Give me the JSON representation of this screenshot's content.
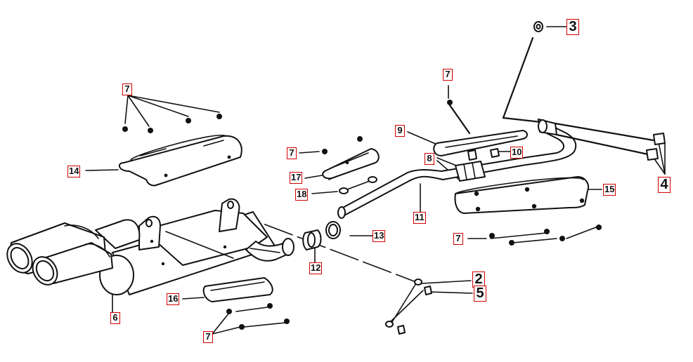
{
  "callouts": {
    "c2": "2",
    "c3": "3",
    "c4": "4",
    "c5": "5",
    "c6": "6",
    "c7a": "7",
    "c7b": "7",
    "c7c": "7",
    "c7d": "7",
    "c7e": "7",
    "c8": "8",
    "c9": "9",
    "c10": "10",
    "c11": "11",
    "c12": "12",
    "c13": "13",
    "c14": "14",
    "c15": "15",
    "c16": "16",
    "c17": "17",
    "c18": "18"
  },
  "colors": {
    "callout_border": "#d00000",
    "line_art": "#111111",
    "background": "#ffffff"
  }
}
